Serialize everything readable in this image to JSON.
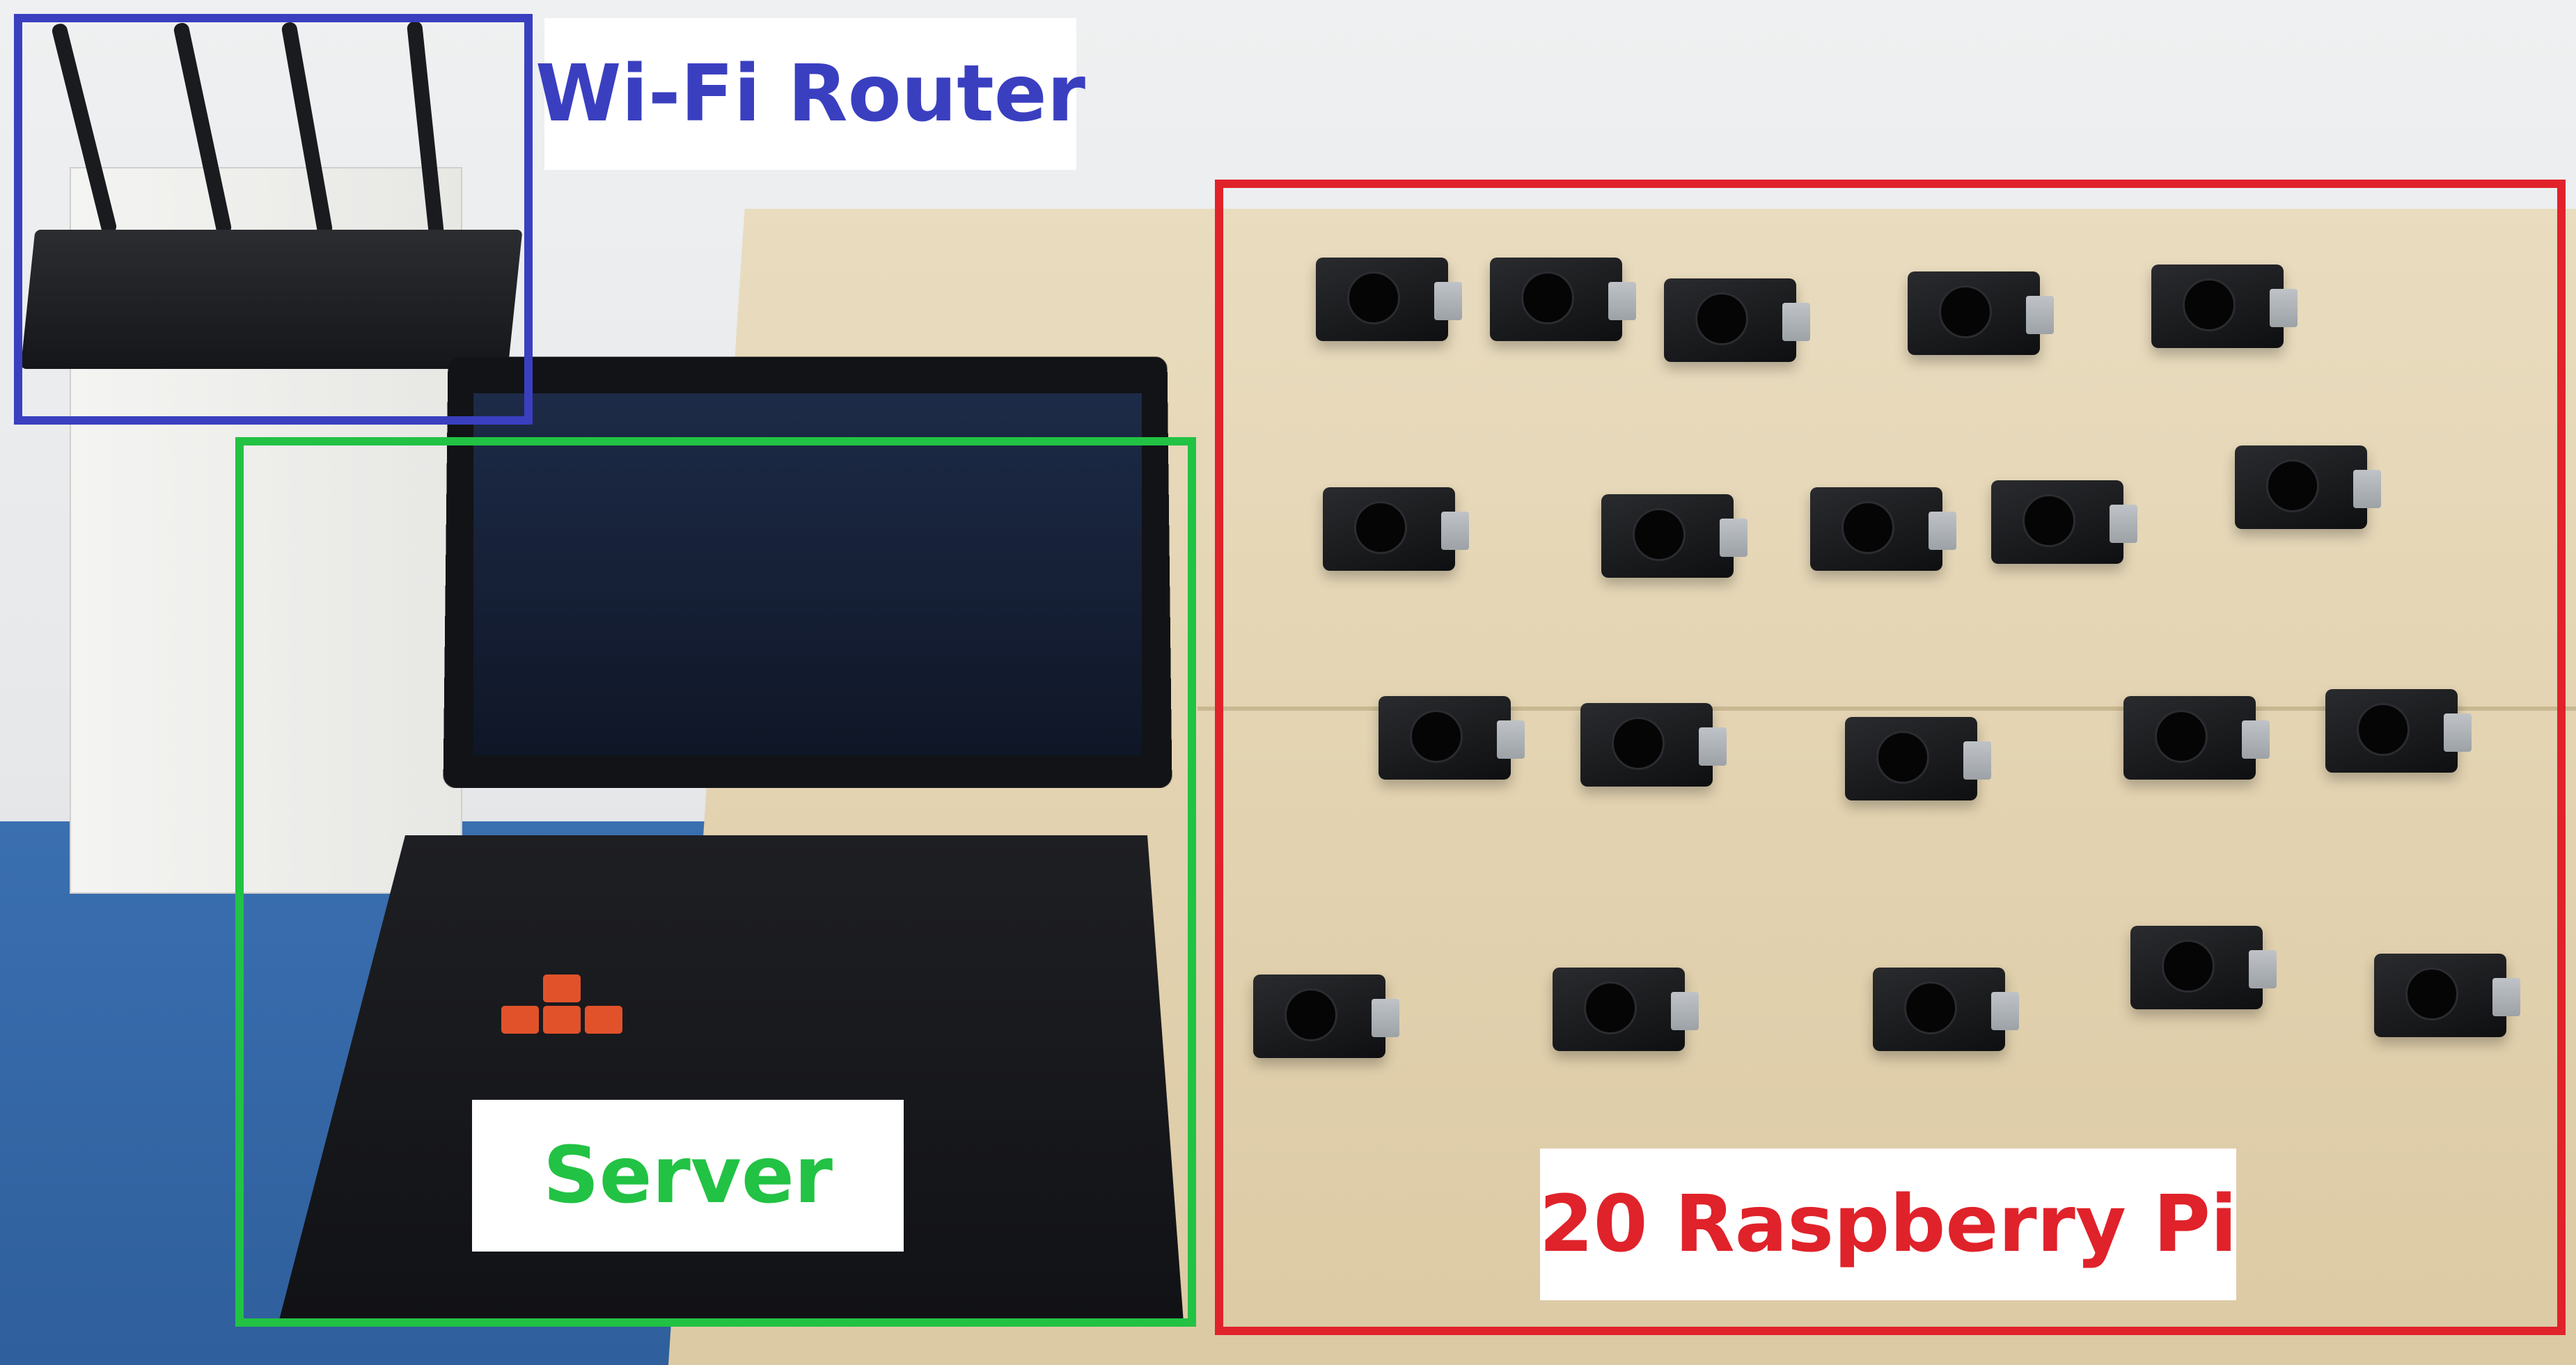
{
  "labels": {
    "router": "Wi-Fi Router",
    "server": "Server",
    "raspberry_pi": "20 Raspberry Pi"
  },
  "colors": {
    "router_box": "#3a3fc0",
    "server_box": "#22c244",
    "pi_box": "#e0222a"
  }
}
